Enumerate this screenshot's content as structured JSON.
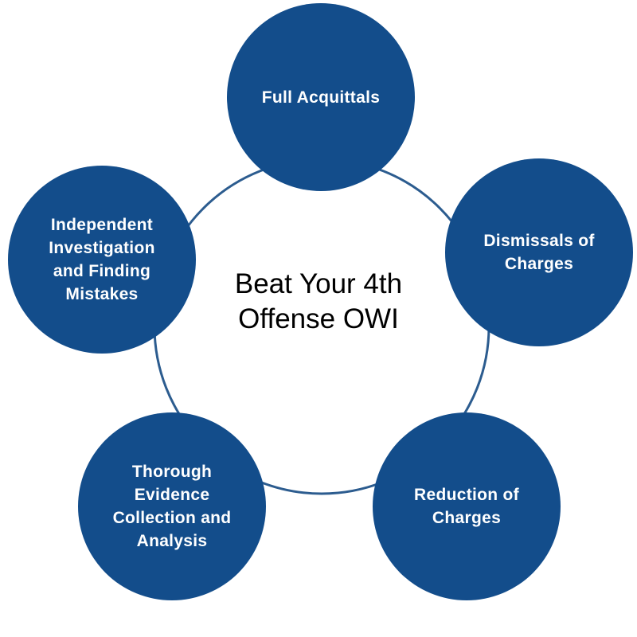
{
  "diagram": {
    "center_title_line1": "Beat Your 4th",
    "center_title_line2": "Offense OWI",
    "colors": {
      "node_fill": "#134d8b",
      "ring_stroke": "#2c5c8f",
      "center_text": "#000000",
      "node_text": "#ffffff"
    },
    "nodes": [
      {
        "lines": [
          "Full Acquittals"
        ]
      },
      {
        "lines": [
          "Dismissals of",
          "Charges"
        ]
      },
      {
        "lines": [
          "Reduction of",
          "Charges"
        ]
      },
      {
        "lines": [
          "Thorough",
          "Evidence",
          "Collection and",
          "Analysis"
        ]
      },
      {
        "lines": [
          "Independent",
          "Investigation",
          "and Finding",
          "Mistakes"
        ]
      }
    ]
  }
}
